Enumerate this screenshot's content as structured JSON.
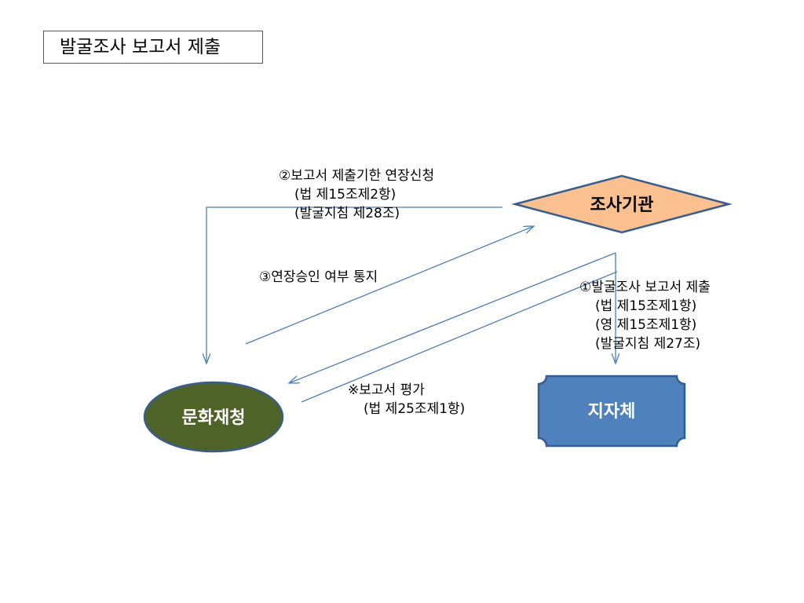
{
  "title": "발굴조사 보고서 제출",
  "nodes": {
    "investigation_agency": "조사기관",
    "cultural_heritage_admin": "문화재청",
    "local_government": "지자체"
  },
  "colors": {
    "investigation_agency_fill": "#fac090",
    "cultural_heritage_admin_fill": "#4f6228",
    "local_government_fill": "#4f81bd",
    "node_stroke": "#385d8a",
    "arrow": "#4a7ebb"
  },
  "annotations": {
    "step1": {
      "title": "①발굴조사 보고서 제출",
      "refs": [
        "(법 제15조제1항)",
        "(영 제15조제1항)",
        "(발굴지침 제27조)"
      ]
    },
    "step2": {
      "title": "②보고서 제출기한 연장신청",
      "refs": [
        "(법 제15조제2항)",
        "(발굴지침 제28조)"
      ]
    },
    "step3": {
      "title": "③연장승인 여부 통지"
    },
    "evaluation": {
      "title": "※보고서 평가",
      "refs": [
        "(법 제25조제1항)"
      ]
    }
  }
}
